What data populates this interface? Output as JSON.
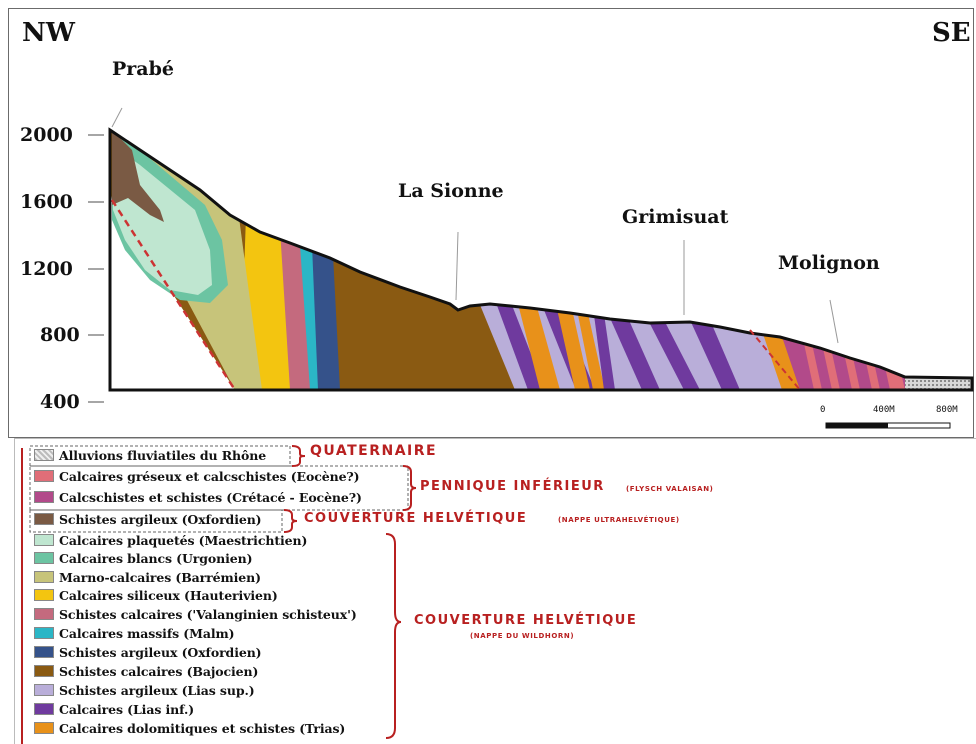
{
  "directions": {
    "left": "NW",
    "right": "SE"
  },
  "elevation_ticks": [
    "2000",
    "1600",
    "1200",
    "800",
    "400"
  ],
  "places": [
    "Prabé",
    "La Sionne",
    "Grimisuat",
    "Molignon"
  ],
  "scale_bar": {
    "labels": [
      "0",
      "400M",
      "800M"
    ]
  },
  "legend": [
    {
      "label": "Alluvions fluviatiles du Rhône",
      "color": "#d9d9d9"
    },
    {
      "label": "Calcaires gréseux et calcschistes (Eocène?)",
      "color": "#e06e78"
    },
    {
      "label": "Calcschistes et schistes (Crétacé - Eocène?)",
      "color": "#b24a8a"
    },
    {
      "label": "Schistes argileux (Oxfordien)",
      "color": "#7a5a44"
    },
    {
      "label": "Calcaires plaquetés (Maestrichtien)",
      "color": "#bfe6d0"
    },
    {
      "label": "Calcaires blancs (Urgonien)",
      "color": "#6cc4a2"
    },
    {
      "label": "Marno-calcaires (Barrémien)",
      "color": "#c7c47a"
    },
    {
      "label": "Calcaires siliceux (Hauterivien)",
      "color": "#f3c510"
    },
    {
      "label": "Schistes calcaires ('Valanginien schisteux')",
      "color": "#c46a7e"
    },
    {
      "label": "Calcaires massifs (Malm)",
      "color": "#2bb6c6"
    },
    {
      "label": "Schistes argileux (Oxfordien)",
      "color": "#35528a"
    },
    {
      "label": "Schistes calcaires (Bajocien)",
      "color": "#8a5a12"
    },
    {
      "label": "Schistes argileux (Lias sup.)",
      "color": "#b9aed9"
    },
    {
      "label": "Calcaires (Lias inf.)",
      "color": "#6f3a9e"
    },
    {
      "label": "Calcaires dolomitiques et schistes (Trias)",
      "color": "#e8911a"
    }
  ],
  "groups": [
    {
      "title": "Quaternaire"
    },
    {
      "title": "Pennique inférieur",
      "note": "(Flysch valaisan)"
    },
    {
      "title": "Couverture helvétique",
      "note": "(nappe ultrahelvétique)"
    },
    {
      "title": "Couverture helvétique",
      "note": "(nappe du Wildhorn)"
    }
  ],
  "colors": {
    "accent": "#b82020"
  }
}
